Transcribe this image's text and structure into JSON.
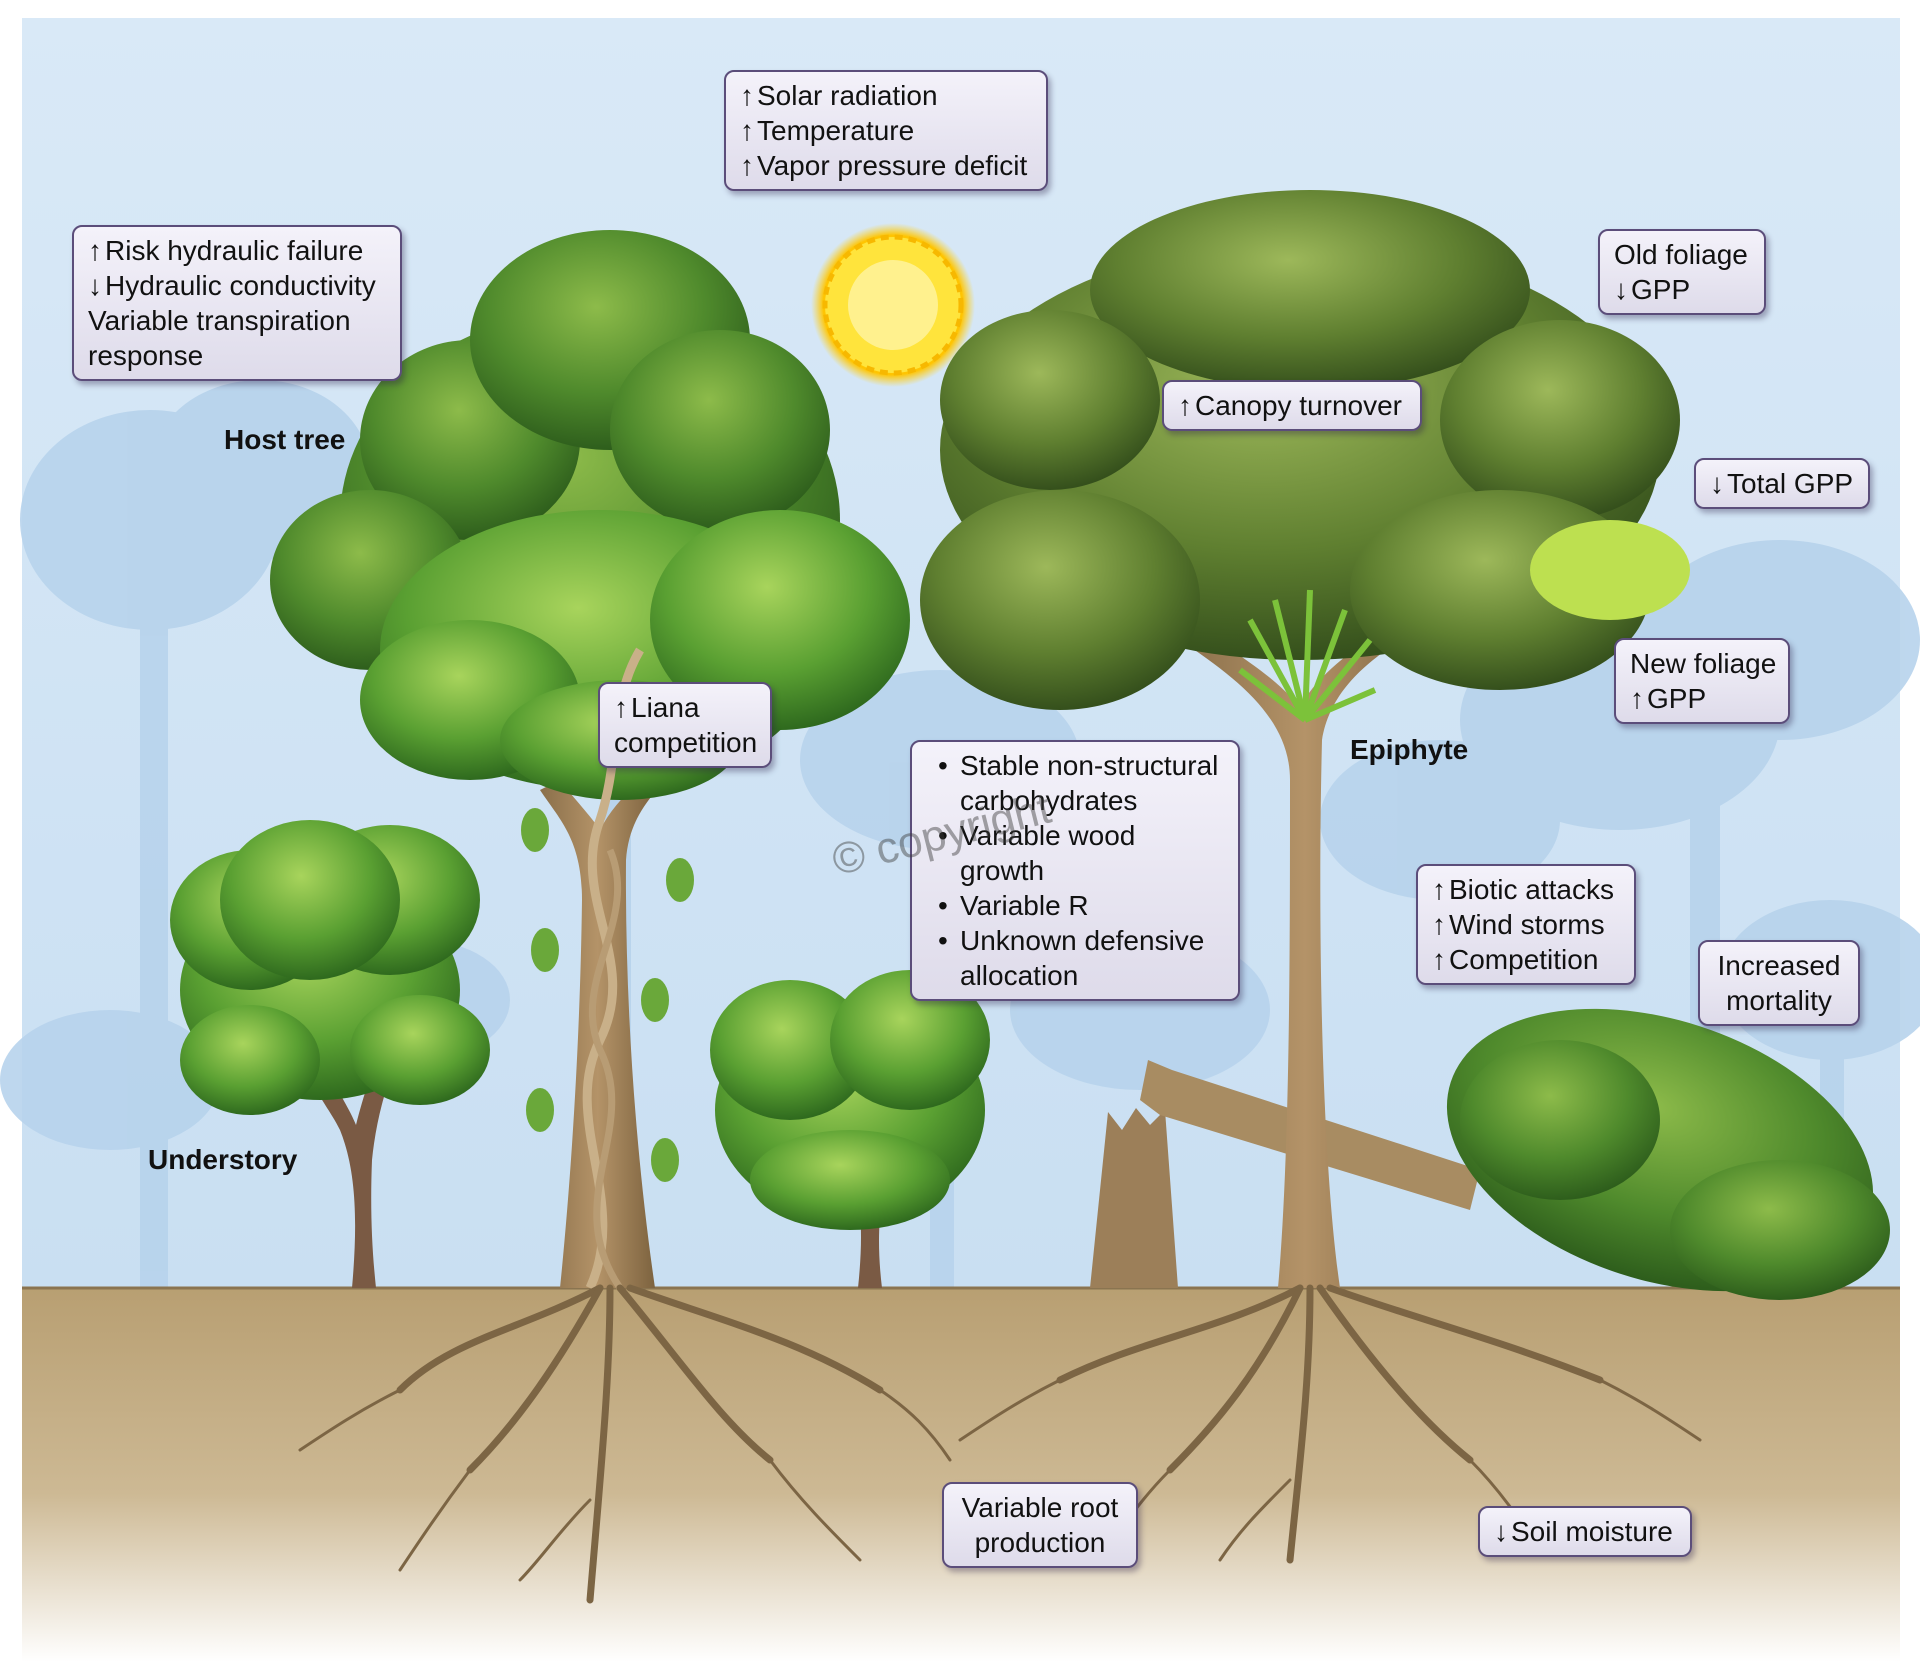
{
  "labels": {
    "host_tree": "Host tree",
    "understory": "Understory",
    "epiphyte": "Epiphyte"
  },
  "boxes": {
    "climate": [
      {
        "arrow": "↑",
        "text": "Solar radiation"
      },
      {
        "arrow": "↑",
        "text": "Temperature"
      },
      {
        "arrow": "↑",
        "text": "Vapor pressure deficit"
      }
    ],
    "hydraulic": [
      {
        "arrow": "↑",
        "text": "Risk hydraulic failure"
      },
      {
        "arrow": "↓",
        "text": "Hydraulic conductivity"
      },
      {
        "arrow": "",
        "text": "Variable transpiration"
      },
      {
        "arrow": "",
        "text": "response"
      }
    ],
    "old_foliage": [
      {
        "arrow": "",
        "text": "Old foliage"
      },
      {
        "arrow": "↓",
        "text": "GPP"
      }
    ],
    "canopy_turnover": {
      "arrow": "↑",
      "text": "Canopy turnover"
    },
    "total_gpp": {
      "arrow": "↓",
      "text": "Total GPP"
    },
    "new_foliage": [
      {
        "arrow": "",
        "text": "New foliage"
      },
      {
        "arrow": "↑",
        "text": "GPP"
      }
    ],
    "liana": [
      {
        "arrow": "↑",
        "text": "Liana"
      },
      {
        "arrow": "",
        "text": "competition"
      }
    ],
    "carbon": [
      "Stable non-structural carbohydrates",
      "Variable wood growth",
      "Variable R",
      "Unknown defensive allocation"
    ],
    "disturbance": [
      {
        "arrow": "↑",
        "text": "Biotic attacks"
      },
      {
        "arrow": "↑",
        "text": "Wind storms"
      },
      {
        "arrow": "↑",
        "text": "Competition"
      }
    ],
    "mortality": [
      "Increased",
      "mortality"
    ],
    "root": [
      "Variable root",
      "production"
    ],
    "soil": {
      "arrow": "↓",
      "text": "Soil moisture"
    }
  },
  "watermark": "© copyright",
  "colors": {
    "sky_top": "#d9e9f7",
    "sky_bottom": "#c6ddf1",
    "ground": "#bba276",
    "box_border": "#5b4d7a",
    "sun": "#ffd21a"
  }
}
